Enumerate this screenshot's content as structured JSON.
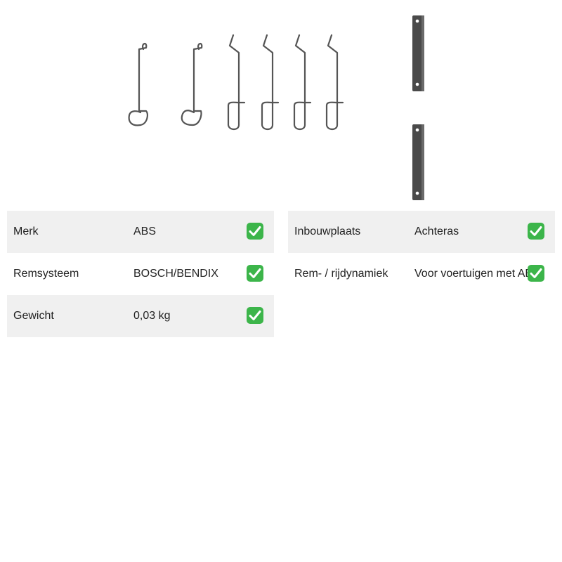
{
  "product": {
    "image_name": "brake-pad-fitting-kit"
  },
  "specs_left": [
    {
      "label": "Merk",
      "value": "ABS",
      "icon": "check-icon"
    },
    {
      "label": "Remsysteem",
      "value": "BOSCH/BENDIX",
      "icon": "check-icon"
    },
    {
      "label": "Gewicht",
      "value": "0,03 kg",
      "icon": "check-icon"
    }
  ],
  "specs_right": [
    {
      "label": "Inbouwplaats",
      "value": "Achteras",
      "icon": "check-icon"
    },
    {
      "label": "Rem- / rijdynamiek",
      "value": "Voor voertuigen met ABS",
      "icon": "check-icon"
    }
  ],
  "colors": {
    "row_shade": "#f0f0f0",
    "check_green": "#3cb54a",
    "metal": "#555555"
  }
}
